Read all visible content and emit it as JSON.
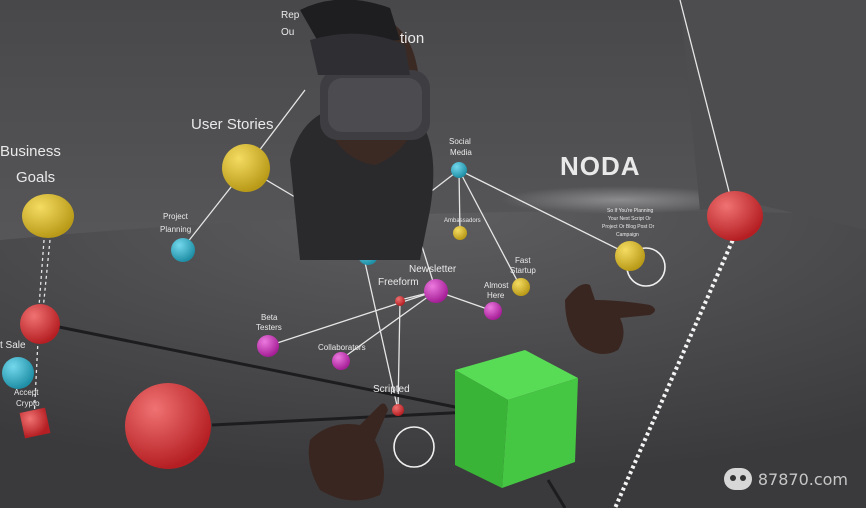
{
  "scene": {
    "brand": "NODA",
    "watermark": "87870.com",
    "colors": {
      "background": "#3a3a3c",
      "cube": "#3dc43a",
      "red": "#d9383a",
      "yellow": "#e2c331",
      "cyan": "#3cb9d0",
      "magenta": "#d53bc6"
    },
    "nodes": {
      "business_goals": "Business\nGoals",
      "user_stories": "User Stories",
      "project_planning": "Project\nPlanning",
      "sale": "t Sale",
      "accept_crypto": "Accept\nCrypto",
      "social_media": "Social\nMedia",
      "ambassadors": "Ambassadors",
      "fast_startup": "Fast\nStartup",
      "almost_here": "Almost\nHere",
      "newsletter": "Newsletter",
      "freeform": "Freeform",
      "beta_testers": "Beta\nTesters",
      "collaborators": "Collaborators",
      "scripted": "Scripted",
      "rep_top": "Rep\nOu",
      "tion": "tion",
      "planning_note": "So If You're Planning\nYour Next Script Or\nProject Or Blog Post Or\nCampaign"
    }
  }
}
